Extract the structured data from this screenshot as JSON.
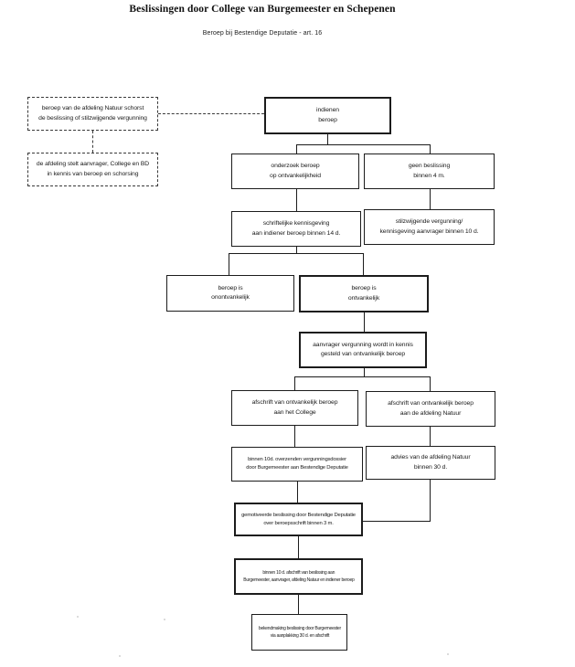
{
  "header": {
    "title": "Beslissingen door College van Burgemeester en Schepenen",
    "subtitle": "Beroep bij Bestendige Deputatie - art. 16"
  },
  "nodes": {
    "schorst": {
      "l1": "beroep van de afdeling Natuur schorst",
      "l2": "de beslissing of stilzwijgende vergunning"
    },
    "kennis_schorsing": {
      "l1": "de afdeling stelt aanvrager, College en BD",
      "l2": "in kennis van beroep en schorsing"
    },
    "indienen": {
      "l1": "indienen",
      "l2": "beroep"
    },
    "onderzoek": {
      "l1": "onderzoek beroep",
      "l2": "op ontvankelijkheid"
    },
    "geen_beslissing": {
      "l1": "geen beslissing",
      "l2": "binnen 4 m."
    },
    "schriftelijk": {
      "l1": "schriftelijke kennisgeving",
      "l2": "aan indiener beroep binnen 14 d."
    },
    "stilzwijgend": {
      "l1": "stilzwijgende vergunning/",
      "l2": "kennisgeving aanvrager binnen 10 d."
    },
    "onontvankelijk": {
      "l1": "beroep is",
      "l2": "onontvankelijk"
    },
    "ontvankelijk": {
      "l1": "beroep is",
      "l2": "ontvankelijk"
    },
    "aanvrager_kennis": {
      "l1": "aanvrager vergunning wordt in kennis",
      "l2": "gesteld van ontvankelijk beroep"
    },
    "afschrift_college": {
      "l1": "afschrift van ontvankelijk beroep",
      "l2": "aan het College"
    },
    "afschrift_natuur": {
      "l1": "afschrift van ontvankelijk beroep",
      "l2": "aan de afdeling Natuur"
    },
    "dossier": {
      "l1": "binnen 10d. overzenden vergunningsdossier",
      "l2": "door Burgemeester aan Bestendige Deputatie"
    },
    "advies": {
      "l1": "advies van de afdeling Natuur",
      "l2": "binnen 30 d."
    },
    "gemotiveerd": {
      "l1": "gemotiveerde beslissing door Bestendige Deputatie",
      "l2": "over beroepsschrift binnen 3 m."
    },
    "afschrift_beslissing": {
      "l1": "binnen 10 d. afschrift van beslissing aan",
      "l2": "Burgemeester, aanvrager, afdeling Natuur en indiener beroep"
    },
    "bekendmaking": {
      "l1": "bekendmaking beslissing door Burgemeester",
      "l2": "via aanplakking 30 d. en afschrift"
    }
  },
  "colors": {
    "ink": "#1a1a1a",
    "dashed_ink": "#3a3a3a",
    "paper": "#ffffff"
  }
}
